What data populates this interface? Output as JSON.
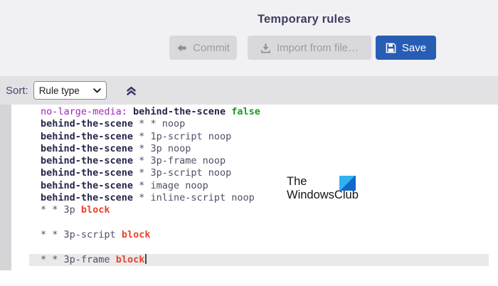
{
  "header": {
    "title": "Temporary rules",
    "buttons": {
      "commit": {
        "label": "Commit",
        "icon": "arrow-left-icon",
        "enabled": false
      },
      "import": {
        "label": "Import from file…",
        "icon": "download-icon",
        "enabled": false
      },
      "save": {
        "label": "Save",
        "icon": "floppy-icon",
        "enabled": true
      }
    }
  },
  "toolbar": {
    "sort_label": "Sort:",
    "sort_selected_option": "Rule type",
    "select_icon": "chevron-down-icon",
    "collapse_icon": "double-chevron-up-icon"
  },
  "editor": {
    "active_line_index": 12,
    "lines": [
      {
        "tokens": [
          {
            "t": "no-large-media:",
            "c": "directive"
          },
          {
            "t": "behind-the-scene",
            "c": "hostname"
          },
          {
            "t": "false",
            "c": "state"
          }
        ]
      },
      {
        "tokens": [
          {
            "t": "behind-the-scene",
            "c": "hostname"
          },
          {
            "t": "*",
            "c": "plain"
          },
          {
            "t": "*",
            "c": "plain"
          },
          {
            "t": "noop",
            "c": "plain"
          }
        ]
      },
      {
        "tokens": [
          {
            "t": "behind-the-scene",
            "c": "hostname"
          },
          {
            "t": "*",
            "c": "plain"
          },
          {
            "t": "1p-script",
            "c": "plain"
          },
          {
            "t": "noop",
            "c": "plain"
          }
        ]
      },
      {
        "tokens": [
          {
            "t": "behind-the-scene",
            "c": "hostname"
          },
          {
            "t": "*",
            "c": "plain"
          },
          {
            "t": "3p",
            "c": "plain"
          },
          {
            "t": "noop",
            "c": "plain"
          }
        ]
      },
      {
        "tokens": [
          {
            "t": "behind-the-scene",
            "c": "hostname"
          },
          {
            "t": "*",
            "c": "plain"
          },
          {
            "t": "3p-frame",
            "c": "plain"
          },
          {
            "t": "noop",
            "c": "plain"
          }
        ]
      },
      {
        "tokens": [
          {
            "t": "behind-the-scene",
            "c": "hostname"
          },
          {
            "t": "*",
            "c": "plain"
          },
          {
            "t": "3p-script",
            "c": "plain"
          },
          {
            "t": "noop",
            "c": "plain"
          }
        ]
      },
      {
        "tokens": [
          {
            "t": "behind-the-scene",
            "c": "hostname"
          },
          {
            "t": "*",
            "c": "plain"
          },
          {
            "t": "image",
            "c": "plain"
          },
          {
            "t": "noop",
            "c": "plain"
          }
        ]
      },
      {
        "tokens": [
          {
            "t": "behind-the-scene",
            "c": "hostname"
          },
          {
            "t": "*",
            "c": "plain"
          },
          {
            "t": "inline-script",
            "c": "plain"
          },
          {
            "t": "noop",
            "c": "plain"
          }
        ]
      },
      {
        "tokens": [
          {
            "t": "*",
            "c": "plain"
          },
          {
            "t": "*",
            "c": "plain"
          },
          {
            "t": "3p",
            "c": "plain"
          },
          {
            "t": "block",
            "c": "action"
          }
        ]
      },
      {
        "tokens": []
      },
      {
        "tokens": [
          {
            "t": "*",
            "c": "plain"
          },
          {
            "t": "*",
            "c": "plain"
          },
          {
            "t": "3p-script",
            "c": "plain"
          },
          {
            "t": "block",
            "c": "action"
          }
        ]
      },
      {
        "tokens": []
      },
      {
        "tokens": [
          {
            "t": "*",
            "c": "plain"
          },
          {
            "t": "*",
            "c": "plain"
          },
          {
            "t": "3p-frame",
            "c": "plain"
          },
          {
            "t": "block",
            "c": "action"
          }
        ]
      }
    ]
  },
  "watermark": {
    "line1": "The",
    "line2": "WindowsClub",
    "logo": "windows-club-logo"
  },
  "colors": {
    "page_bg": "#f1f1f4",
    "sort_bar_bg": "#e2e2e5",
    "save_button_blue": "#285db4",
    "disabled_button_bg": "#d9d9dd",
    "title_text": "#3e3e62",
    "rule_directive_purple": "#a327ba",
    "rule_hostname_dark": "#26264c",
    "rule_state_green": "#1d9a1d",
    "rule_block_red": "#e8432a",
    "active_line_bg": "#e9e9e9",
    "logo_light_blue": "#33b1ee",
    "logo_dark_blue": "#1168c8"
  }
}
